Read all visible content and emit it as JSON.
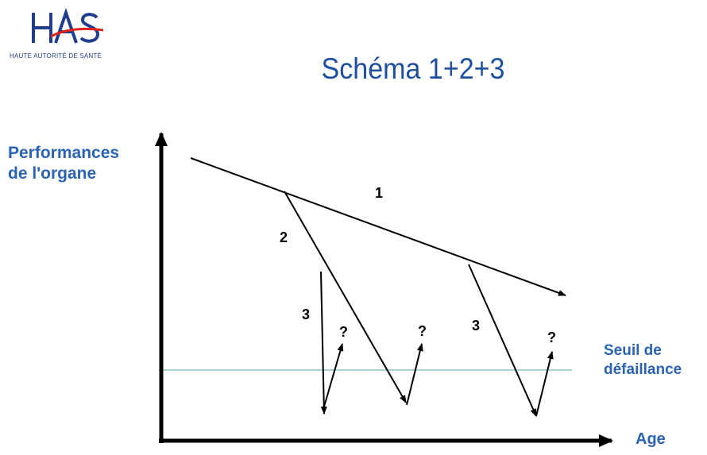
{
  "logo": {
    "mark": "HAS",
    "subtitle": "HAUTE AUTORITÉ DE SANTÉ",
    "colors": {
      "letters": "#1f3e8c",
      "swoosh": "#e2231a"
    }
  },
  "title": "Schéma 1+2+3",
  "axes": {
    "y_label_line1": "Performances",
    "y_label_line2": "de l'organe",
    "x_label": "Age"
  },
  "threshold": {
    "label_line1": "Seuil de",
    "label_line2": "défaillance",
    "color": "#a8d4d4"
  },
  "curve_labels": {
    "one": "1",
    "two": "2",
    "three_a": "3",
    "three_b": "3",
    "question_a": "?",
    "question_b": "?",
    "question_c": "?"
  },
  "colors": {
    "title": "#1f4f9f",
    "labels": "#2a63b5",
    "lines": "#000000"
  }
}
